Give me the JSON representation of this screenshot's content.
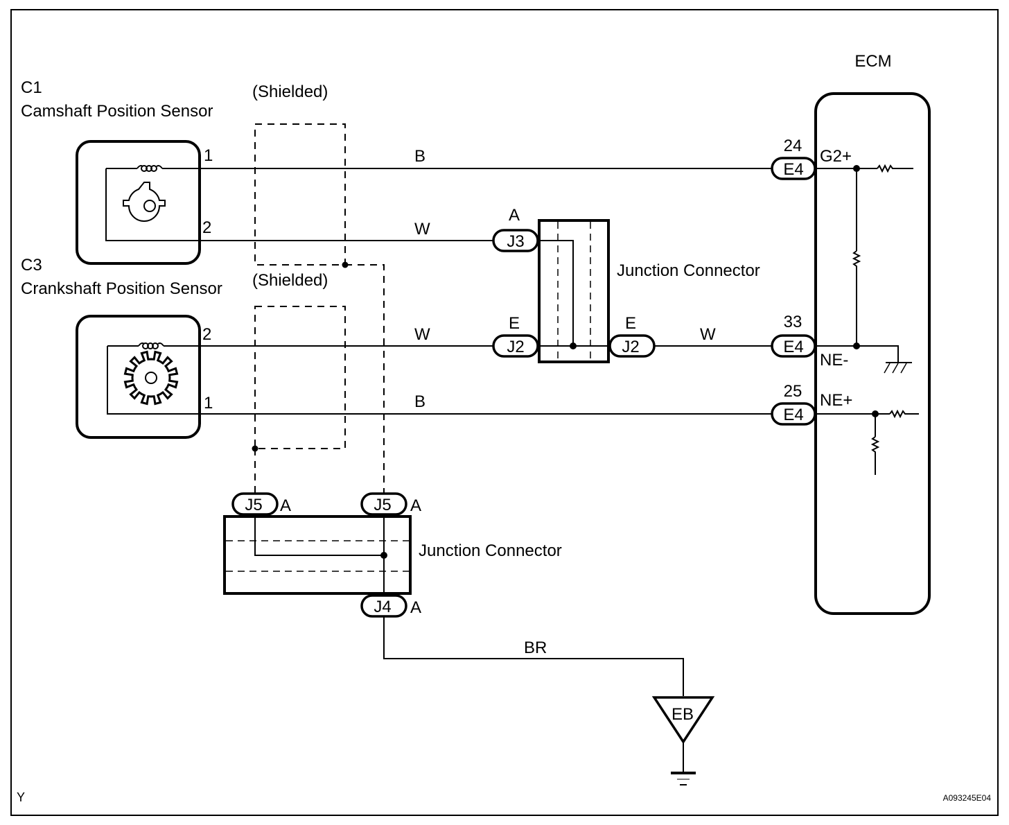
{
  "diagram": {
    "figure_code": "A093245E04",
    "corner_mark": "Y",
    "shielded_label": "(Shielded)",
    "camshaft_sensor": {
      "code": "C1",
      "name": "Camshaft Position Sensor",
      "pin_top": "1",
      "pin_bottom": "2"
    },
    "crankshaft_sensor": {
      "code": "C3",
      "name": "Crankshaft Position Sensor",
      "pin_top": "2",
      "pin_bottom": "1"
    },
    "ecm": {
      "label": "ECM",
      "terminals": [
        {
          "pin": "24",
          "connector": "E4",
          "signal": "G2+"
        },
        {
          "pin": "33",
          "connector": "E4",
          "signal": "NE-"
        },
        {
          "pin": "25",
          "connector": "E4",
          "signal": "NE+"
        }
      ]
    },
    "junction_connector_upper": {
      "label": "Junction Connector",
      "j3": {
        "connector": "J3",
        "letter": "A"
      },
      "j2_left": {
        "connector": "J2",
        "letter": "E"
      },
      "j2_right": {
        "connector": "J2",
        "letter": "E"
      }
    },
    "junction_connector_lower": {
      "label": "Junction Connector",
      "j5_left": {
        "connector": "J5",
        "letter": "A"
      },
      "j5_right": {
        "connector": "J5",
        "letter": "A"
      },
      "j4": {
        "connector": "J4",
        "letter": "A"
      }
    },
    "wire_colors": {
      "cam_g2_plus": "B",
      "cam_ground": "W",
      "crank_ne_minus_left": "W",
      "crank_ne_minus_right": "W",
      "crank_ne_plus": "B",
      "shield_ground": "BR"
    },
    "ground_point": "EB"
  }
}
